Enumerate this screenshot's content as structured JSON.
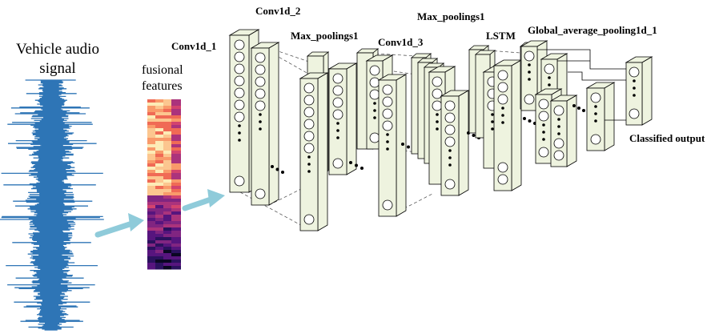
{
  "input": {
    "title_line1": "Vehicle audio",
    "title_line2": "signal",
    "waveform_color": "#2E75B6"
  },
  "features": {
    "label_line1": "fusional",
    "label_line2": "features",
    "colormap": "magma"
  },
  "arrow_color": "#8FCBDA",
  "panel_fill": "#EEF3DF",
  "layers": {
    "conv1d_1": "Conv1d_1",
    "conv1d_2": "Conv1d_2",
    "max_pooling_a": "Max_poolings1",
    "conv1d_3": "Conv1d_3",
    "max_pooling_b": "Max_poolings1",
    "lstm": "LSTM",
    "gap": "Global_average_pooling1d_1"
  },
  "output": {
    "label": "Classified output"
  }
}
